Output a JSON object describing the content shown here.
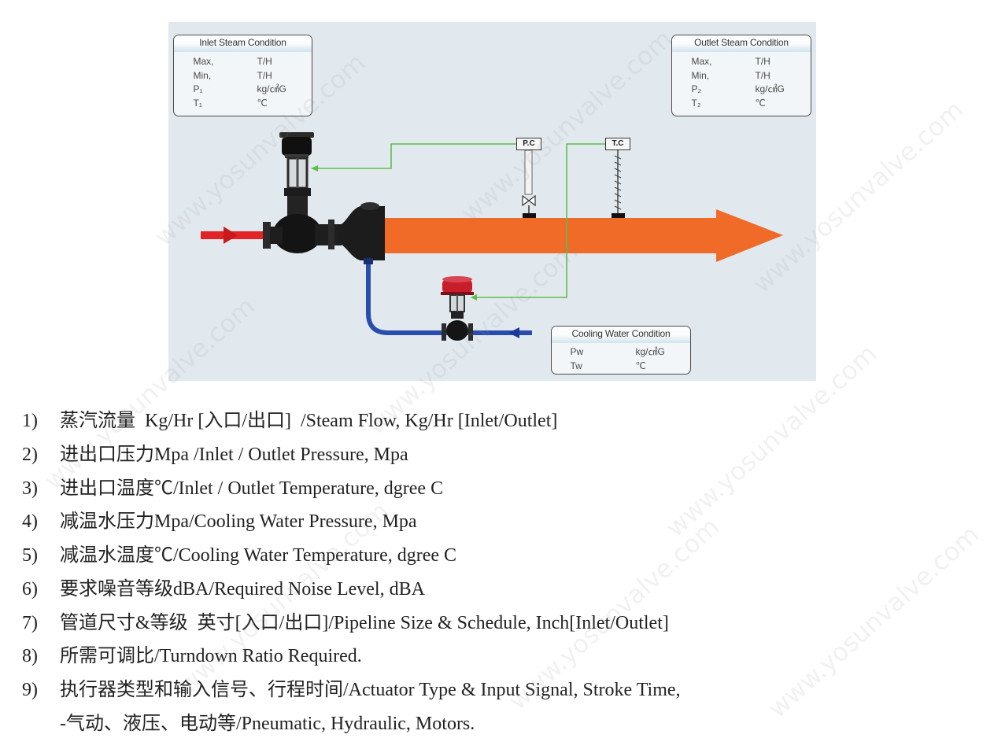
{
  "diagram": {
    "inlet_condition": {
      "title": "Inlet Steam Condition",
      "rows": [
        {
          "label": "Max,",
          "unit": "T/H"
        },
        {
          "label": "Min,",
          "unit": "T/H"
        },
        {
          "label": "P₁",
          "unit": "kg/㎠G"
        },
        {
          "label": "T₁",
          "unit": "℃"
        }
      ]
    },
    "outlet_condition": {
      "title": "Outlet Steam Condition",
      "rows": [
        {
          "label": "Max,",
          "unit": "T/H"
        },
        {
          "label": "Min,",
          "unit": "T/H"
        },
        {
          "label": "P₂",
          "unit": "kg/㎠G"
        },
        {
          "label": "T₂",
          "unit": "℃"
        }
      ]
    },
    "cooling_condition": {
      "title": "Cooling Water Condition",
      "rows": [
        {
          "label": "Pw",
          "unit": "kg/㎠G"
        },
        {
          "label": "Tw",
          "unit": "℃"
        }
      ]
    },
    "pressure_controller_tag": "P.C",
    "temperature_controller_tag": "T.C",
    "colors": {
      "background": "#e2e9ee",
      "inlet_steam": "#e32426",
      "outlet_steam": "#f06a28",
      "cooling_water": "#2a4dad",
      "signal_line": "#5cbf4a",
      "control_valve_actuator": "#c81e2b"
    }
  },
  "requirements": [
    {
      "num": "1)",
      "lines": [
        "蒸汽流量  Kg/Hr [入口/出口]  /Steam Flow, Kg/Hr [Inlet/Outlet]"
      ]
    },
    {
      "num": "2)",
      "lines": [
        "进出口压力Mpa /Inlet / Outlet Pressure, Mpa"
      ]
    },
    {
      "num": "3)",
      "lines": [
        "进出口温度℃/Inlet / Outlet Temperature, dgree C"
      ]
    },
    {
      "num": "4)",
      "lines": [
        "减温水压力Mpa/Cooling Water Pressure, Mpa"
      ]
    },
    {
      "num": "5)",
      "lines": [
        "减温水温度℃/Cooling Water Temperature, dgree C"
      ]
    },
    {
      "num": "6)",
      "lines": [
        "要求噪音等级dBA/Required Noise Level, dBA"
      ]
    },
    {
      "num": "7)",
      "lines": [
        "管道尺寸&等级  英寸[入口/出口]/Pipeline Size & Schedule, Inch[Inlet/Outlet]"
      ]
    },
    {
      "num": "8)",
      "lines": [
        "所需可调比/Turndown Ratio Required."
      ]
    },
    {
      "num": "9)",
      "lines": [
        "执行器类型和输入信号、行程时间/Actuator Type & Input Signal, Stroke Time,",
        "-气动、液压、电动等/Pneumatic, Hydraulic, Motors."
      ]
    }
  ],
  "watermark": {
    "text": "www.yosunvalve.com"
  }
}
